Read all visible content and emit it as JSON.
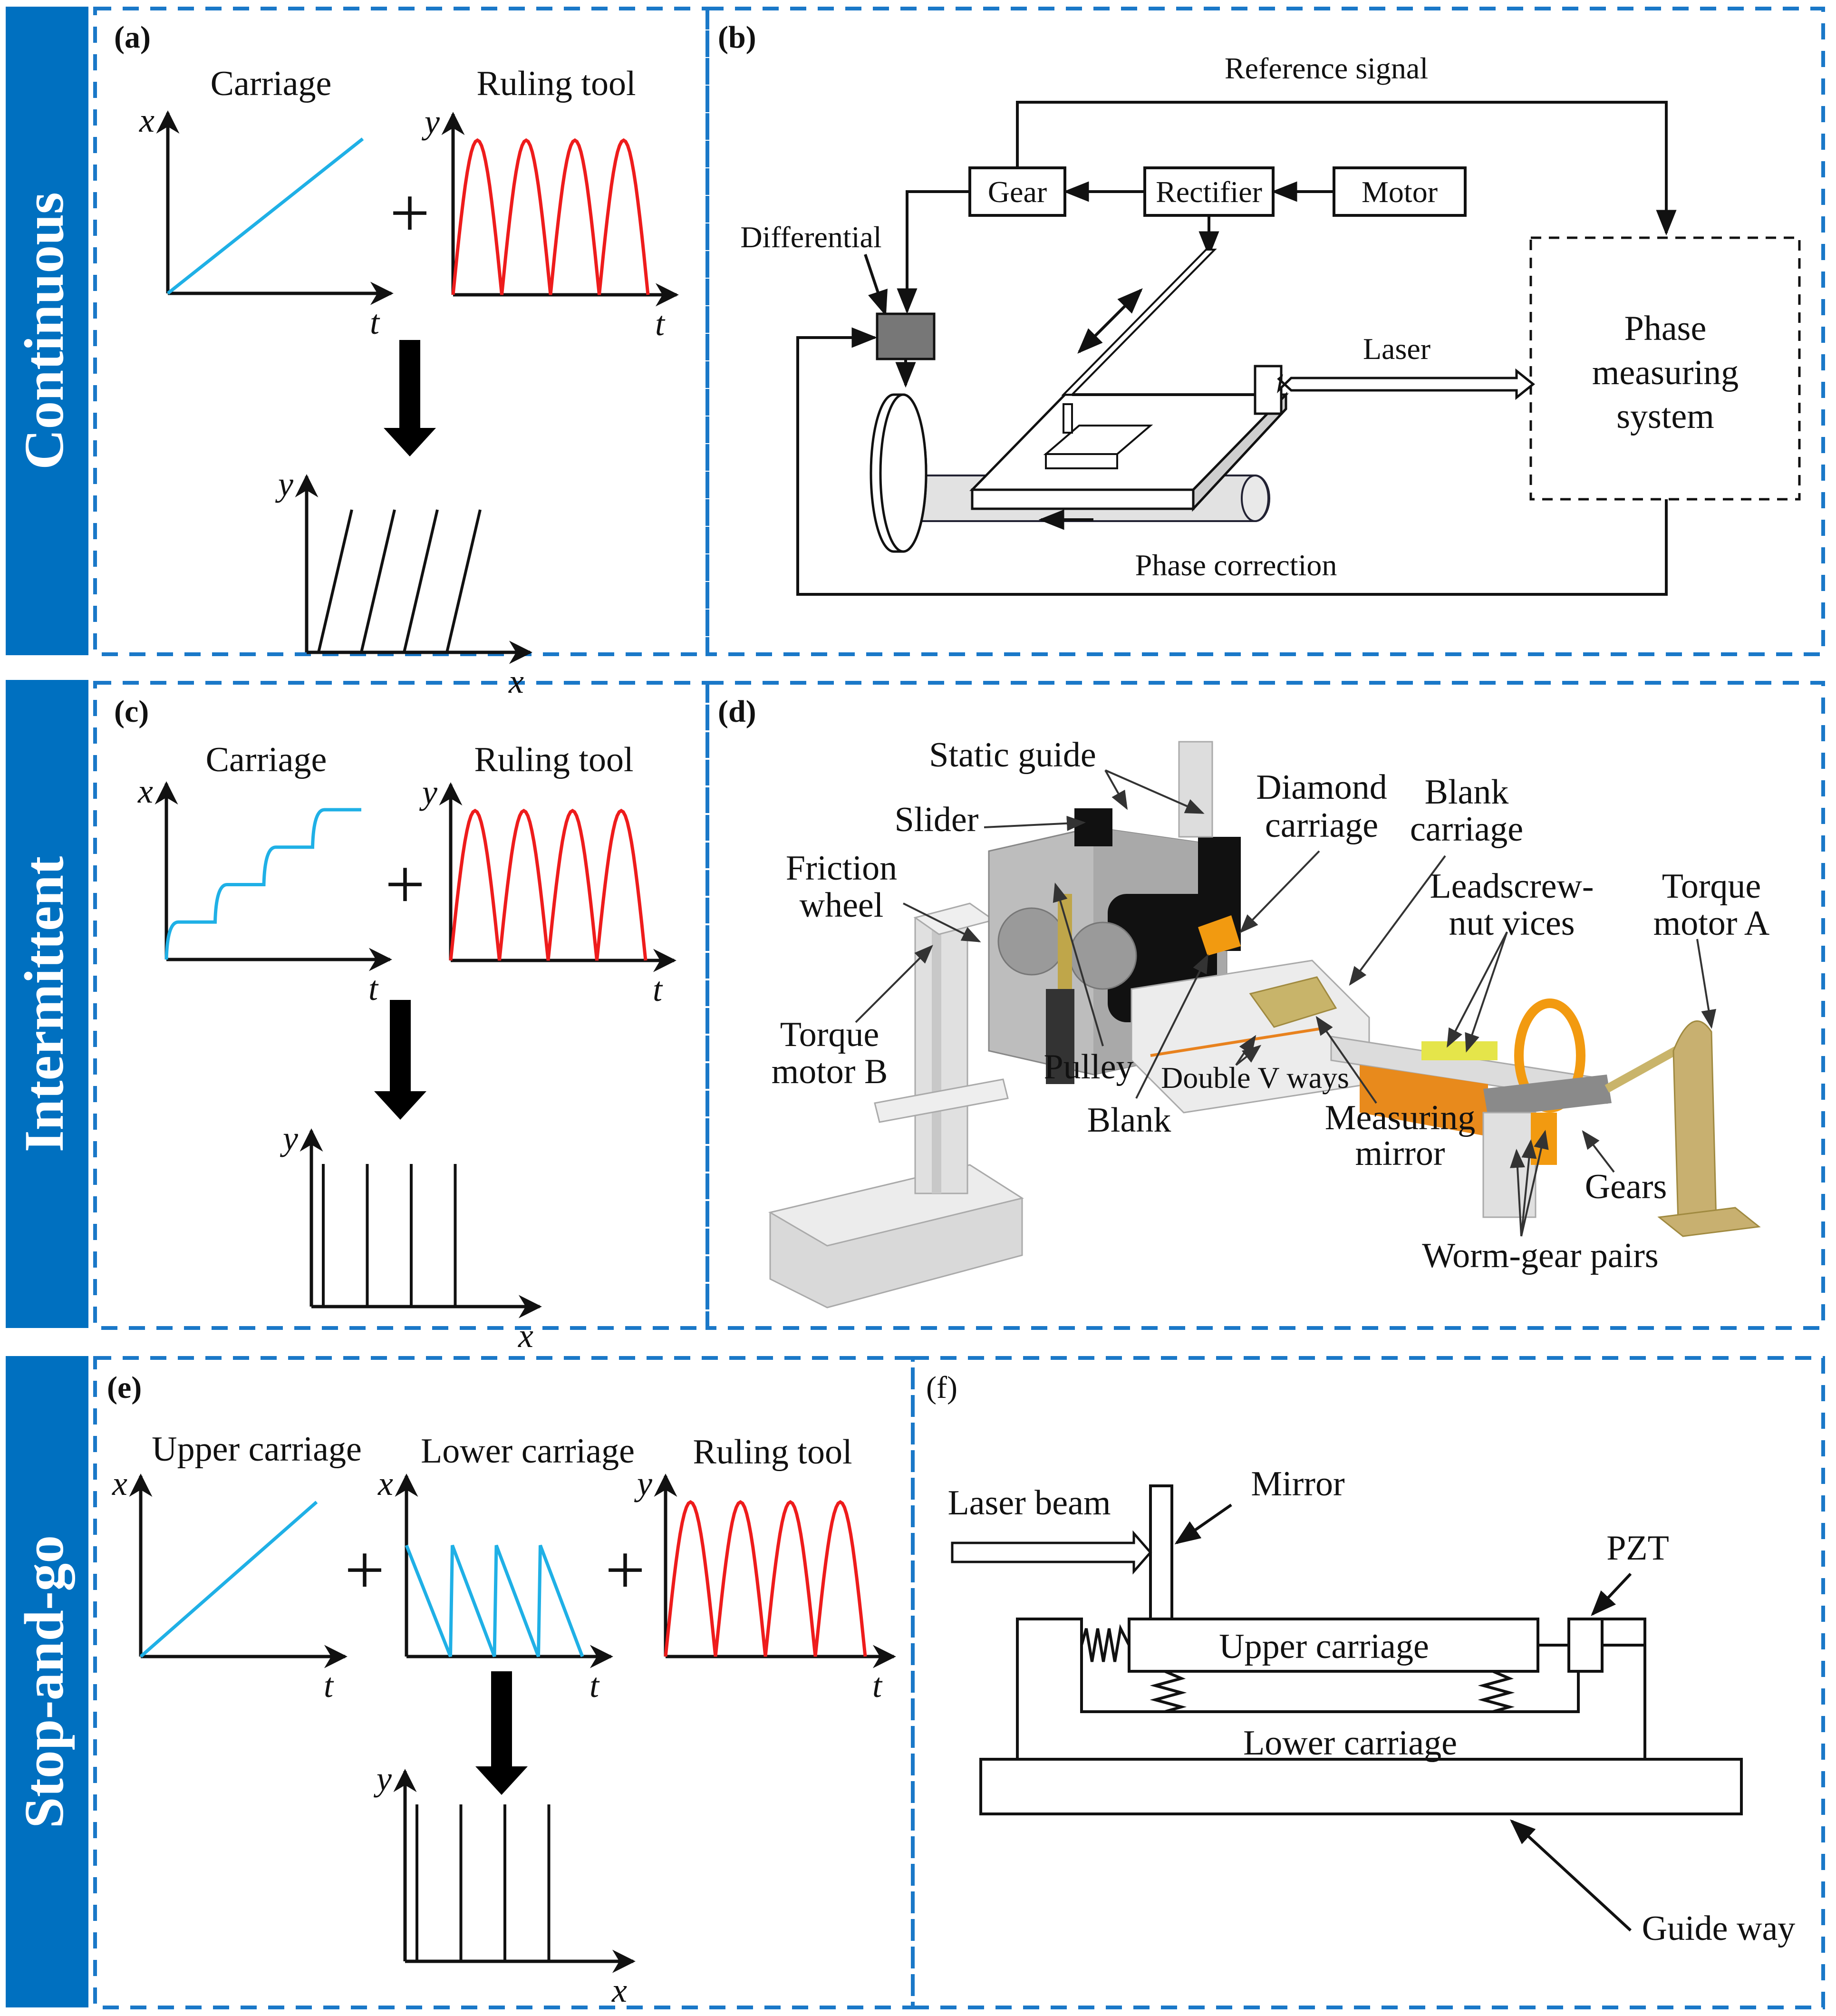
{
  "colors": {
    "sidebar": "#0070C0",
    "frame": "#1A78C8",
    "carriage_curve": "#1FB0E6",
    "tool_curve": "#EE1C1C",
    "ink": "#111111"
  },
  "rows": [
    {
      "mode": "Continuous"
    },
    {
      "mode": "Intermittent"
    },
    {
      "mode": "Stop-and-go"
    }
  ],
  "panels": {
    "a": {
      "tag": "(a)",
      "plots": [
        {
          "title": "Carriage",
          "y_axis": "x",
          "x_axis": "t",
          "curve": "linear-ramp"
        },
        {
          "title": "Ruling tool",
          "y_axis": "y",
          "x_axis": "t",
          "curve": "periodic-arches",
          "cycles": 4
        }
      ],
      "operator": "+",
      "result": {
        "y_axis": "y",
        "x_axis": "x",
        "lines": 4,
        "line_style": "slanted"
      }
    },
    "b": {
      "tag": "(b)",
      "labels": {
        "reference": "Reference signal",
        "gear": "Gear",
        "rectifier": "Rectifier",
        "motor": "Motor",
        "differential": "Differential",
        "laser": "Laser",
        "phase_system": [
          "Phase",
          "measuring",
          "system"
        ],
        "correction": "Phase correction"
      }
    },
    "c": {
      "tag": "(c)",
      "plots": [
        {
          "title": "Carriage",
          "y_axis": "x",
          "x_axis": "t",
          "curve": "staircase",
          "steps": 4
        },
        {
          "title": "Ruling tool",
          "y_axis": "y",
          "x_axis": "t",
          "curve": "periodic-arches",
          "cycles": 4
        }
      ],
      "operator": "+",
      "result": {
        "y_axis": "y",
        "x_axis": "x",
        "lines": 4,
        "line_style": "vertical"
      }
    },
    "d": {
      "tag": "(d)",
      "labels": {
        "static_guide": "Static guide",
        "slider": "Slider",
        "diamond_carriage": [
          "Diamond",
          "carriage"
        ],
        "blank_carriage": [
          "Blank",
          "carriage"
        ],
        "friction_wheel": [
          "Friction",
          "wheel"
        ],
        "leadscrew": [
          "Leadscrew-",
          "nut vices"
        ],
        "torque_motor_a": [
          "Torque",
          "motor A"
        ],
        "torque_motor_b": [
          "Torque",
          "motor B"
        ],
        "pulley": "Pulley",
        "double_v": "Double V ways",
        "blank": "Blank",
        "measuring_mirror": [
          "Measuring",
          "mirror"
        ],
        "gears": "Gears",
        "worm_gear": "Worm-gear pairs"
      }
    },
    "e": {
      "tag": "(e)",
      "plots": [
        {
          "title": "Upper carriage",
          "y_axis": "x",
          "x_axis": "t",
          "curve": "linear-ramp"
        },
        {
          "title": "Lower carriage",
          "y_axis": "x",
          "x_axis": "t",
          "curve": "sawtooth",
          "cycles": 4
        },
        {
          "title": "Ruling tool",
          "y_axis": "y",
          "x_axis": "t",
          "curve": "periodic-arches",
          "cycles": 4
        }
      ],
      "operator": "+",
      "result": {
        "y_axis": "y",
        "x_axis": "x",
        "lines": 4,
        "line_style": "vertical"
      }
    },
    "f": {
      "tag": "(f)",
      "labels": {
        "laser_beam": "Laser beam",
        "mirror": "Mirror",
        "pzt": "PZT",
        "upper": "Upper carriage",
        "lower": "Lower carriage",
        "guide": "Guide way"
      }
    }
  }
}
